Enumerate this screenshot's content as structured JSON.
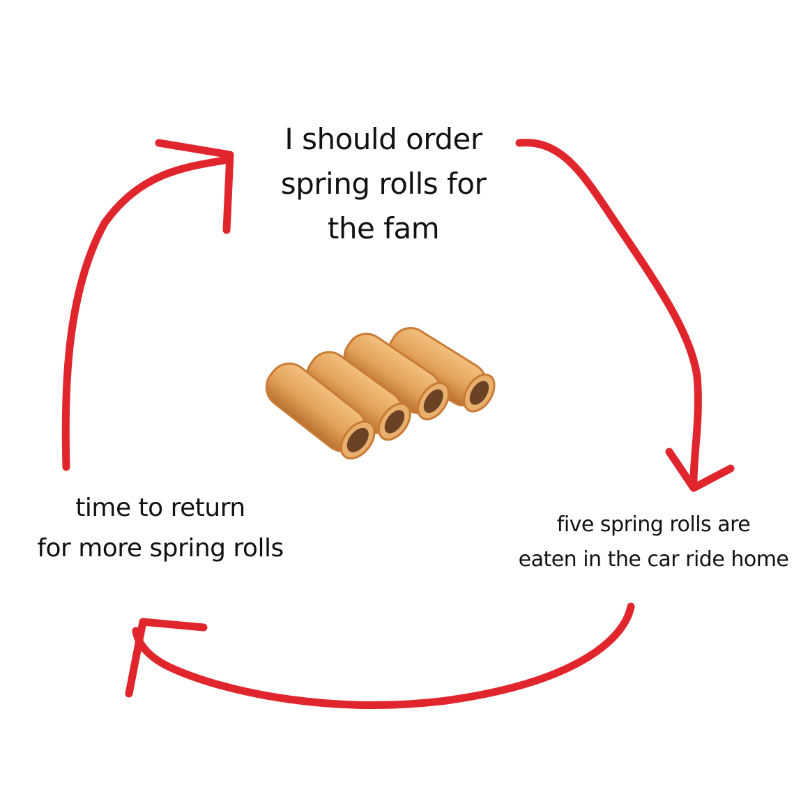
{
  "cycle": {
    "step_top": {
      "lines": [
        "I should order",
        "spring rolls for",
        "the fam"
      ]
    },
    "step_right": {
      "lines": [
        "five spring rolls are",
        "eaten in the car ride home"
      ]
    },
    "step_left": {
      "lines": [
        "time to return",
        "for more spring rolls"
      ]
    }
  },
  "center_image": {
    "icon": "spring-rolls-icon"
  },
  "colors": {
    "arrow": "#e0262c",
    "text": "#111111",
    "roll_skin": "#e3a25b",
    "roll_edge": "#c97a35",
    "roll_filling": "#6b4223"
  }
}
